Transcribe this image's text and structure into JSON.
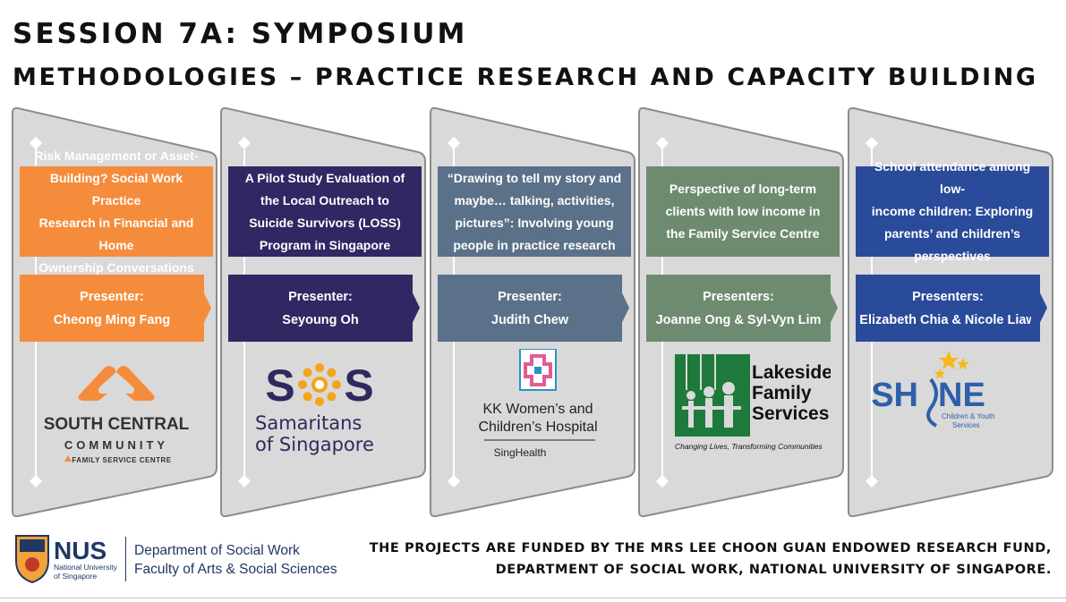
{
  "header": {
    "line1": "SESSION 7A: SYMPOSIUM",
    "line2": "METHODOLOGIES – PRACTICE RESEARCH AND CAPACITY BUILDING"
  },
  "colors": {
    "panel_fill": "#d9d9d9",
    "panel_stroke": "#8c8c8c",
    "orange": "#f58c3c",
    "navy": "#302863",
    "slate": "#5b7189",
    "sage": "#6e8b6f",
    "royal": "#2a4a9a"
  },
  "projects": [
    {
      "topic": [
        "Risk Management or Asset-",
        "Building? Social Work Practice",
        "Research in Financial and Home",
        "Ownership Conversations"
      ],
      "presenter_label": "Presenter:",
      "presenter_names": "Cheong Ming Fang",
      "logo": {
        "line1": "SOUTH CENTRAL",
        "line2": "COMMUNITY",
        "line3": "FAMILY SERVICE CENTRE"
      }
    },
    {
      "topic": [
        "A Pilot Study Evaluation of",
        "the Local Outreach to",
        "Suicide Survivors (LOSS)",
        "Program in Singapore"
      ],
      "presenter_label": "Presenter:",
      "presenter_names": "Seyoung Oh",
      "logo": {
        "mark_left": "S",
        "mark_right": "S",
        "line1": "Samaritans",
        "line2": "of Singapore"
      }
    },
    {
      "topic": [
        "“Drawing to tell my story and",
        "maybe… talking, activities,",
        "pictures”: Involving young",
        "people in practice research"
      ],
      "presenter_label": "Presenter:",
      "presenter_names": "Judith Chew",
      "logo": {
        "line1": "KK Women’s and",
        "line2": "Children’s Hospital",
        "line3": "SingHealth"
      }
    },
    {
      "topic": [
        "Perspective of long-term",
        "clients with low income in",
        "the Family Service Centre"
      ],
      "presenter_label": "Presenters:",
      "presenter_names": "Joanne Ong  & Syl-Vyn Lim",
      "logo": {
        "line1": "Lakeside",
        "line2": "Family",
        "line3": "Services",
        "tagline": "Changing Lives, Transforming Communities"
      }
    },
    {
      "topic": [
        "School attendance among low-",
        "income children: Exploring",
        "parents’ and children’s",
        "perspectives"
      ],
      "presenter_label": "Presenters:",
      "presenter_names": "Elizabeth Chia & Nicole Liaw",
      "logo": {
        "word_left": "SH",
        "word_right": "NE",
        "line1": "Children & Youth",
        "line2": "Services"
      }
    }
  ],
  "footer": {
    "nus_wordmark": "NUS",
    "nus_sub1": "National University",
    "nus_sub2": "of Singapore",
    "dept_line1": "Department of Social Work",
    "dept_line2": "Faculty of Arts & Social Sciences",
    "funding_line1": "THE PROJECTS ARE FUNDED BY THE MRS LEE CHOON GUAN ENDOWED RESEARCH FUND,",
    "funding_line2": "DEPARTMENT OF SOCIAL WORK, NATIONAL UNIVERSITY OF SINGAPORE."
  }
}
